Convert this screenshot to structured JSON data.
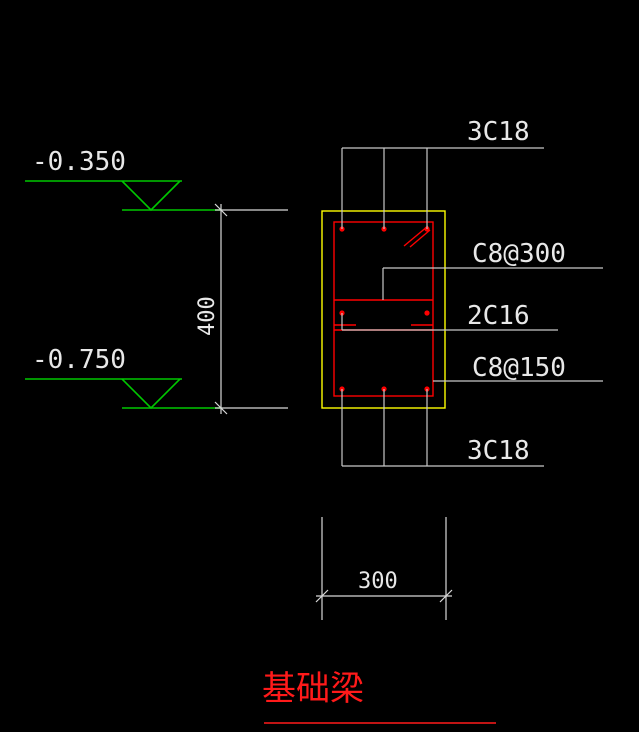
{
  "elevations": {
    "top": "-0.350",
    "bottom": "-0.750"
  },
  "dimensions": {
    "height": "400",
    "width": "300"
  },
  "rebar_labels": {
    "top_bars": "3C18",
    "stirrup_upper": "C8@300",
    "side_bars": "2C16",
    "stirrup_main": "C8@150",
    "bottom_bars": "3C18"
  },
  "title": "基础梁",
  "colors": {
    "background": "#000000",
    "elevation_green": "#00c800",
    "concrete_outline": "#ffff00",
    "rebar_red": "#ff0000",
    "leader_white": "#c8c8c8",
    "dimension_white": "#e0e0e0",
    "title_red": "#ff1a1a"
  }
}
